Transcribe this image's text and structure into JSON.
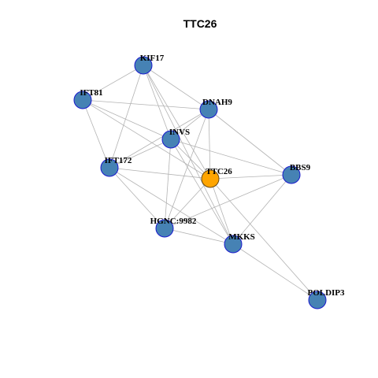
{
  "title": "TTC26",
  "colors": {
    "node_fill": "#4682B4",
    "node_stroke": "#1A1ACD",
    "focus_fill": "#FFA500",
    "focus_stroke": "#6B4A10",
    "edge": "#B3B3B3"
  },
  "nodes": [
    {
      "id": "KIF17",
      "label": "KIF17",
      "focus": false
    },
    {
      "id": "IFT81",
      "label": "IFT81",
      "focus": false
    },
    {
      "id": "DNAH9",
      "label": "DNAH9",
      "focus": false
    },
    {
      "id": "INVS",
      "label": "INVS",
      "focus": false
    },
    {
      "id": "IFT172",
      "label": "IFT172",
      "focus": false
    },
    {
      "id": "TTC26",
      "label": "TTC26",
      "focus": true
    },
    {
      "id": "BBS9",
      "label": "BBS9",
      "focus": false
    },
    {
      "id": "HGNC:9982",
      "label": "HGNC:9982",
      "focus": false
    },
    {
      "id": "MKKS",
      "label": "MKKS",
      "focus": false
    },
    {
      "id": "POLDIP3",
      "label": "POLDIP3",
      "focus": false
    }
  ],
  "edges": [
    [
      "KIF17",
      "IFT81"
    ],
    [
      "KIF17",
      "DNAH9"
    ],
    [
      "KIF17",
      "INVS"
    ],
    [
      "KIF17",
      "IFT172"
    ],
    [
      "KIF17",
      "TTC26"
    ],
    [
      "KIF17",
      "MKKS"
    ],
    [
      "IFT81",
      "DNAH9"
    ],
    [
      "IFT81",
      "INVS"
    ],
    [
      "IFT81",
      "IFT172"
    ],
    [
      "IFT81",
      "TTC26"
    ],
    [
      "DNAH9",
      "INVS"
    ],
    [
      "DNAH9",
      "IFT172"
    ],
    [
      "DNAH9",
      "TTC26"
    ],
    [
      "DNAH9",
      "BBS9"
    ],
    [
      "DNAH9",
      "HGNC:9982"
    ],
    [
      "INVS",
      "IFT172"
    ],
    [
      "INVS",
      "TTC26"
    ],
    [
      "INVS",
      "BBS9"
    ],
    [
      "INVS",
      "HGNC:9982"
    ],
    [
      "INVS",
      "MKKS"
    ],
    [
      "IFT172",
      "TTC26"
    ],
    [
      "IFT172",
      "HGNC:9982"
    ],
    [
      "IFT172",
      "MKKS"
    ],
    [
      "TTC26",
      "BBS9"
    ],
    [
      "TTC26",
      "HGNC:9982"
    ],
    [
      "TTC26",
      "MKKS"
    ],
    [
      "TTC26",
      "POLDIP3"
    ],
    [
      "BBS9",
      "HGNC:9982"
    ],
    [
      "BBS9",
      "MKKS"
    ],
    [
      "HGNC:9982",
      "MKKS"
    ],
    [
      "MKKS",
      "POLDIP3"
    ]
  ]
}
